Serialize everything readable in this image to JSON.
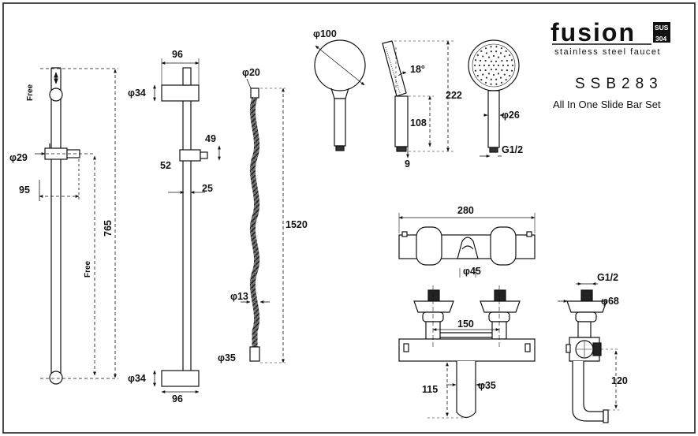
{
  "brand": {
    "name": "fusion",
    "badge_top": "SUS",
    "badge_bottom": "304",
    "tagline": "stainless steel faucet"
  },
  "product": {
    "model": "SSB283",
    "description": "All In One Slide Bar Set"
  },
  "slide_bar": {
    "free_top": "Free",
    "free_side": "Free",
    "d_bracket": "φ29",
    "width_95": "95",
    "height_765": "765"
  },
  "slide_bar_side": {
    "top_width": "96",
    "d_top": "φ34",
    "d_49": "49",
    "d_52": "52",
    "d_25": "25",
    "d_bottom": "φ34",
    "bottom_width": "96"
  },
  "hose": {
    "d_top": "φ20",
    "length": "1520",
    "d_mid": "φ13",
    "d_bottom": "φ35"
  },
  "hand_shower": {
    "head_diameter": "φ100",
    "angle": "18°",
    "height": "222",
    "handle": "108",
    "offset": "9",
    "grip": "φ26",
    "thread": "G1/2"
  },
  "mixer": {
    "width": "280",
    "knob": "φ45",
    "centers": "150",
    "spout_height": "115",
    "spout_diameter": "φ35",
    "thread": "G1/2",
    "escutcheon": "φ68",
    "depth": "120"
  }
}
